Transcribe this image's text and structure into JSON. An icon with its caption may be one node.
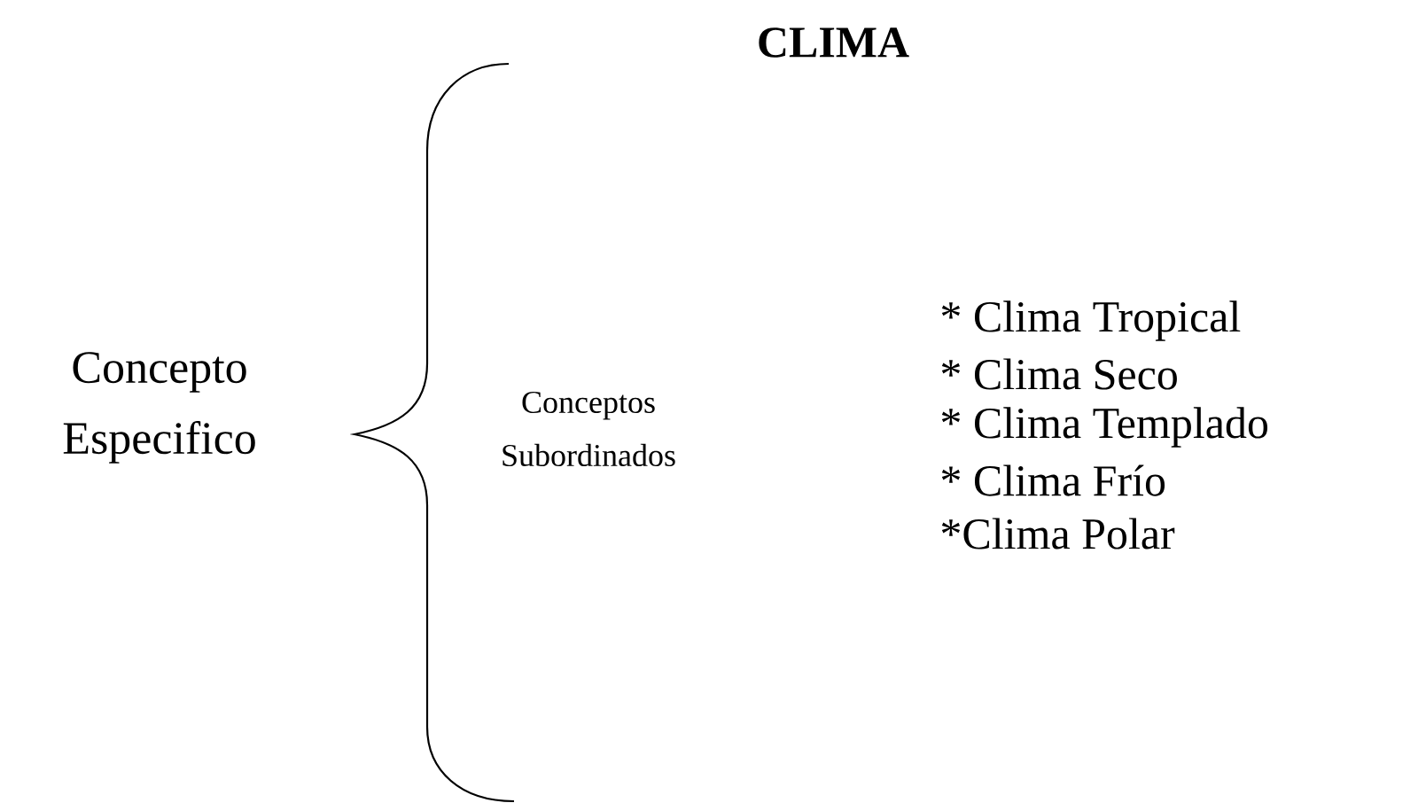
{
  "diagram": {
    "title": "CLIMA",
    "labels": [
      "Concepto Especifico",
      "Conceptos Subordinados",
      "* Clima Tropical",
      "* Clima Seco",
      "* Clima Templado",
      "* Clima Frío",
      "*Clima Polar"
    ]
  }
}
